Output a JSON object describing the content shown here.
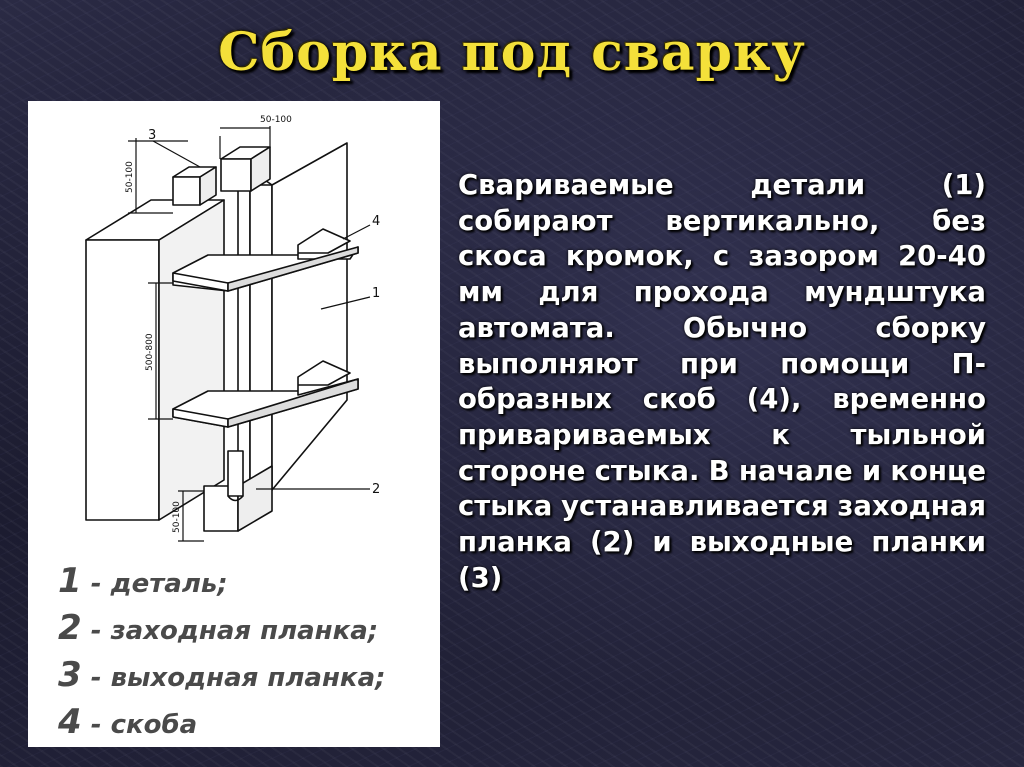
{
  "slide": {
    "title": "Сборка под сварку",
    "body": "Свариваемые детали (1) собирают вертикально, без скоса кромок, с зазором 20-40 мм для прохода мундштука автомата. Обычно сборку выполняют при помощи П-образных скоб (4), временно привариваемых к тыльной стороне стыка. В начале и конце стыка устанавливается заходная планка (2) и выходные планки (3)"
  },
  "figure": {
    "callouts": {
      "c1": "1",
      "c2": "2",
      "c3": "3",
      "c4": "4"
    },
    "dimensions": {
      "top_height": "50-100",
      "top_width": "50-100",
      "middle": "500-800",
      "bottom": "50-100"
    }
  },
  "legend": [
    {
      "num": "1",
      "text": " - деталь;"
    },
    {
      "num": "2",
      "text": " - заходная планка;"
    },
    {
      "num": "3",
      "text": " - выходная планка;"
    },
    {
      "num": "4",
      "text": " - скоба"
    }
  ],
  "colors": {
    "title": "#f4e03a",
    "text": "#ffffff",
    "legend": "#4a4a4a"
  }
}
